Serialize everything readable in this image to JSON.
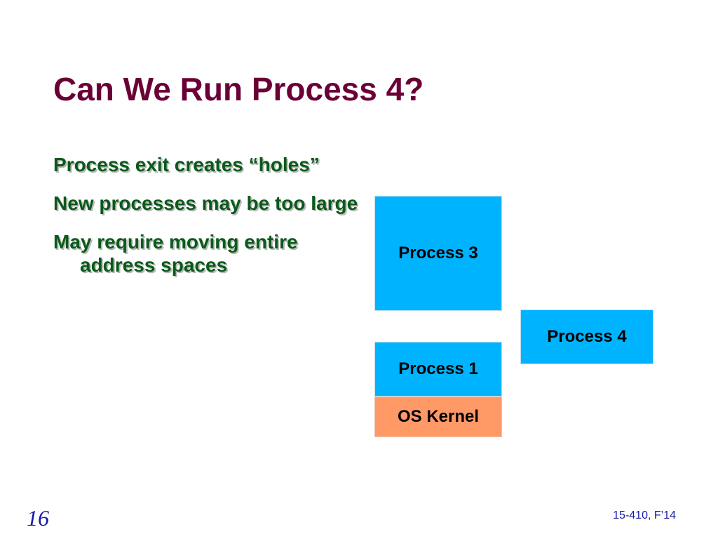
{
  "slide": {
    "title": "Can We Run Process 4?",
    "bullets": [
      "Process exit creates “holes”",
      "New processes may be too large",
      "May require moving entire address spaces"
    ],
    "diagram": {
      "process3_label": "Process 3",
      "process4_label": "Process 4",
      "process1_label": "Process 1",
      "kernel_label": "OS Kernel"
    },
    "colors": {
      "title": "#6b0036",
      "bullet_text": "#0a5a1a",
      "process_fill": "#00b3ff",
      "kernel_fill": "#ff9966",
      "footer": "#1a1aa6"
    },
    "footer": {
      "page_number": "16",
      "course": "15-410, F’14"
    }
  }
}
